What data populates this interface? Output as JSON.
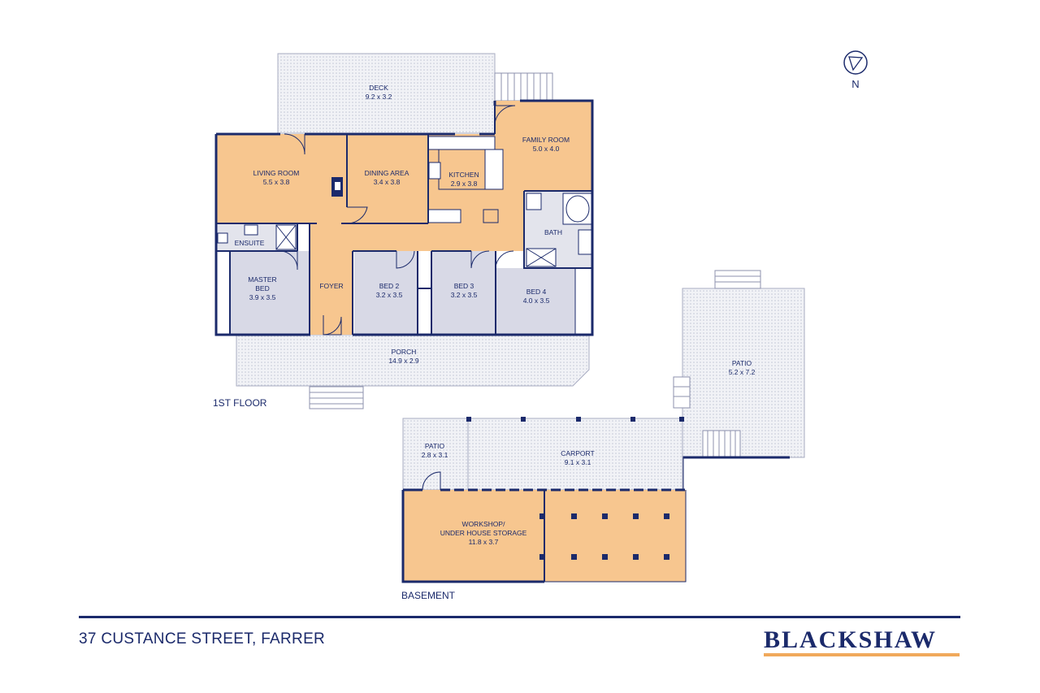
{
  "plan": {
    "address": "37 CUSTANCE STREET, FARRER",
    "brand": "BLACKSHAW",
    "compass_label": "N",
    "floors": {
      "first": "1ST FLOOR",
      "basement": "BASEMENT"
    },
    "rooms": {
      "deck": {
        "name": "DECK",
        "dims": "9.2 x 3.2"
      },
      "family_room": {
        "name": "FAMILY ROOM",
        "dims": "5.0 x 4.0"
      },
      "living_room": {
        "name": "LIVING ROOM",
        "dims": "5.5 x 3.8"
      },
      "dining_area": {
        "name": "DINING AREA",
        "dims": "3.4 x 3.8"
      },
      "kitchen": {
        "name": "KITCHEN",
        "dims": "2.9 x 3.8"
      },
      "bath": {
        "name": "BATH"
      },
      "ensuite": {
        "name": "ENSUITE"
      },
      "master_bed": {
        "name1": "MASTER",
        "name2": "BED",
        "dims": "3.9 x 3.5"
      },
      "foyer": {
        "name": "FOYER"
      },
      "bed2": {
        "name": "BED 2",
        "dims": "3.2 x 3.5"
      },
      "bed3": {
        "name": "BED 3",
        "dims": "3.2 x 3.5"
      },
      "bed4": {
        "name": "BED 4",
        "dims": "4.0 x 3.5"
      },
      "porch": {
        "name": "PORCH",
        "dims": "14.9 x 2.9"
      },
      "patio_large": {
        "name": "PATIO",
        "dims": "5.2 x 7.2"
      },
      "patio_small": {
        "name": "PATIO",
        "dims": "2.8 x 3.1"
      },
      "carport": {
        "name": "CARPORT",
        "dims": "9.1 x 3.1"
      },
      "workshop": {
        "name1": "WORKSHOP/",
        "name2": "UNDER HOUSE STORAGE",
        "dims": "11.8 x 3.7"
      }
    },
    "colors": {
      "wall": "#1b2a6b",
      "room_fill": "#f7c68f",
      "bedroom_fill": "#d8d9e6",
      "outdoor_fill": "#eef0f4",
      "accent": "#f0a95b"
    }
  }
}
